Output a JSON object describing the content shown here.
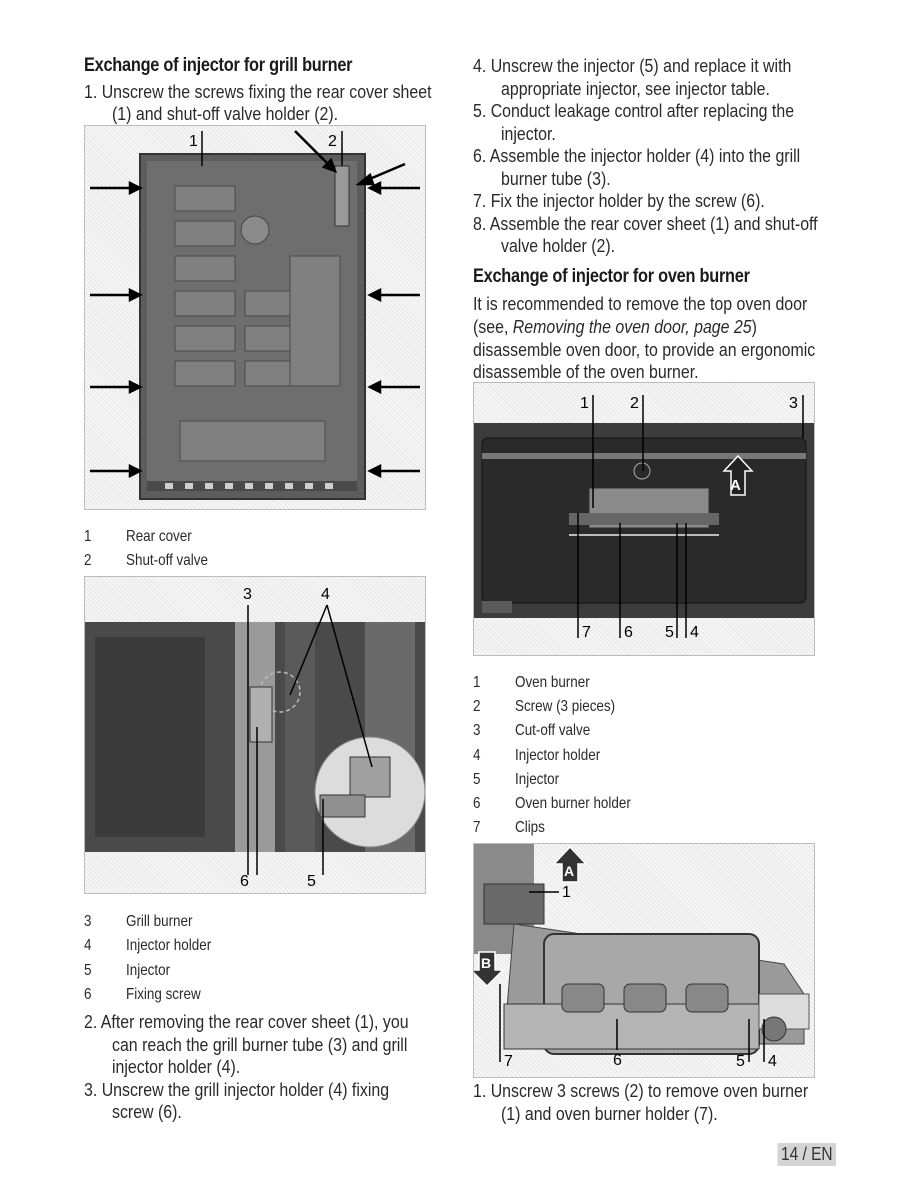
{
  "left": {
    "heading1": "Exchange of injector for grill burner",
    "step1_line1": "1.  Unscrew the screws fixing the rear cover sheet",
    "step1_line2": "(1) and shut-off valve holder (2).",
    "fig1_labels": [
      "1",
      "2"
    ],
    "legend1": [
      {
        "n": "1",
        "t": "Rear cover"
      },
      {
        "n": "2",
        "t": "Shut-off valve"
      }
    ],
    "fig2_labels": [
      "3",
      "4",
      "6",
      "5"
    ],
    "legend2": [
      {
        "n": "3",
        "t": "Grill burner"
      },
      {
        "n": "4",
        "t": "Injector holder"
      },
      {
        "n": "5",
        "t": "Injector"
      },
      {
        "n": "6",
        "t": "Fixing screw"
      }
    ],
    "step2_lines": [
      "2.  After removing the rear cover sheet (1), you",
      "can reach the grill burner tube (3) and grill",
      "injector holder (4)."
    ],
    "step3_lines": [
      "3.  Unscrew the grill injector holder (4) fixing",
      "screw (6)."
    ]
  },
  "right": {
    "steps": [
      [
        "4.  Unscrew the injector (5) and replace it with",
        "appropriate injector, see injector table."
      ],
      [
        "5.  Conduct leakage control after replacing the",
        "injector."
      ],
      [
        "6.  Assemble the injector holder (4) into the grill",
        "burner tube (3)."
      ],
      [
        "7.  Fix the injector holder by the screw (6)."
      ],
      [
        "8.  Assemble the rear cover sheet (1) and shut-off",
        "valve holder (2)."
      ]
    ],
    "heading2": "Exchange of injector for oven burner",
    "para_line1": "It is recommended to remove the top oven door",
    "para_line2_pre": "(see, ",
    "para_line2_link": "Removing the oven door, page 25",
    "para_line2_post": ")",
    "para_line3": "disassemble oven door, to provide an ergonomic",
    "para_line4": "disassemble of the oven burner.",
    "fig3_labels": [
      "1",
      "2",
      "3",
      "7",
      "6",
      "5",
      "4",
      "A"
    ],
    "legend3": [
      {
        "n": "1",
        "t": "Oven burner"
      },
      {
        "n": "2",
        "t": "Screw (3 pieces)"
      },
      {
        "n": "3",
        "t": "Cut-off valve"
      },
      {
        "n": "4",
        "t": "Injector holder"
      },
      {
        "n": "5",
        "t": "Injector"
      },
      {
        "n": "6",
        "t": "Oven burner holder"
      },
      {
        "n": "7",
        "t": "Clips"
      }
    ],
    "fig4_labels": [
      "A",
      "1",
      "B",
      "7",
      "6",
      "5",
      "4"
    ],
    "final_lines": [
      "1.  Unscrew 3 screws (2) to remove oven burner",
      "(1) and oven burner holder (7)."
    ]
  },
  "page_number": "14 / EN"
}
